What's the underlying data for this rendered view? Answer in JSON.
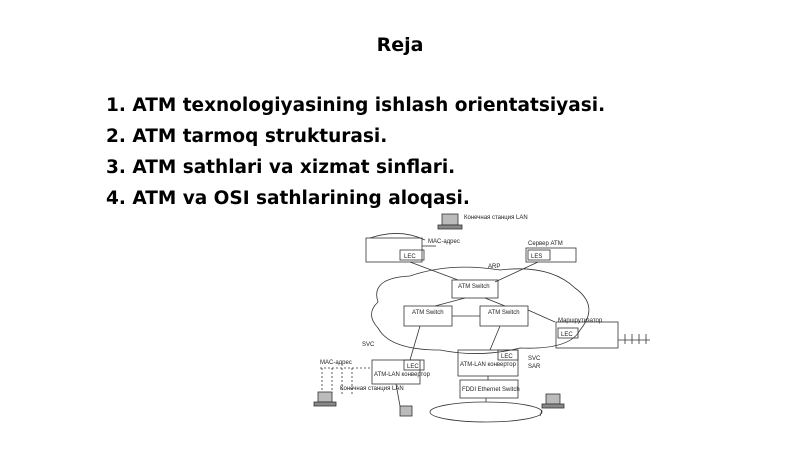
{
  "slide": {
    "title": "Reja",
    "items": [
      "1. ATM texnologiyasining ishlash orientatsiyasi.",
      "2. ATM tarmoq strukturasi.",
      "3. ATM sathlari va xizmat sinflari.",
      "4. ATM va OSI sathlarining aloqasi."
    ]
  },
  "diagram": {
    "labels": {
      "workstation_lan_top": "Конечная станция LAN",
      "mac_addr_top": "MAC-адрес",
      "les_server": "Сервер ATM",
      "lec_top": "LEC",
      "les": "LES",
      "arp": "ARP",
      "atm_switch_top": "ATM Switch",
      "atm_switch_left": "ATM Switch",
      "atm_switch_right": "ATM Switch",
      "router": "Маршрутизатор",
      "lec_router": "LEC",
      "svc_left": "SVC",
      "mac_addr_left": "MAC-адрес",
      "lec_left": "LEC",
      "lan_converter_left": "ATM-LAN конвертор",
      "lec_mid": "LEC",
      "lan_converter_mid": "ATM-LAN конвертор",
      "svc_right": "SVC",
      "sar": "SAR",
      "fddi_switch": "FDDI Ethernet Switch",
      "workstation_lan_left": "Конечная станция LAN"
    }
  }
}
